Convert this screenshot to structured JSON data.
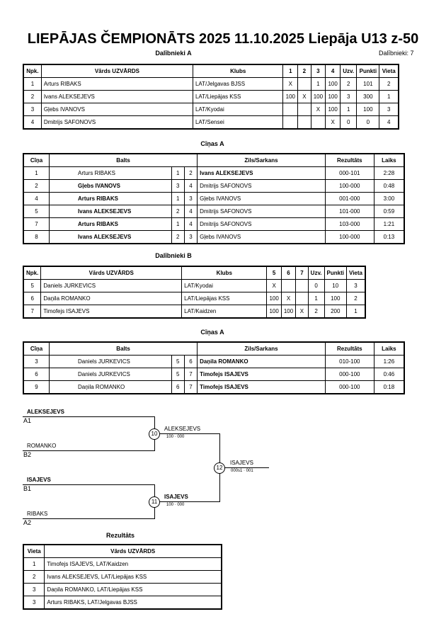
{
  "title": "LIEPĀJAS ČEMPIONĀTS 2025  11.10.2025  Liepāja   U13 z-50",
  "participants_a": {
    "heading": "Dalībnieki A",
    "count_label": "Dalībnieki: 7",
    "headers": [
      "Npk.",
      "Vārds UZVĀRDS",
      "Klubs",
      "1",
      "2",
      "3",
      "4",
      "Uzv.",
      "Punkti",
      "Vieta"
    ],
    "rows": [
      [
        "1",
        "Arturs RIBAKS",
        "LAT/Jelgavas BJSS",
        "X",
        "",
        "1",
        "100",
        "2",
        "101",
        "2"
      ],
      [
        "2",
        "Ivans ALEKSEJEVS",
        "LAT/Liepājas KSS",
        "100",
        "X",
        "100",
        "100",
        "3",
        "300",
        "1"
      ],
      [
        "3",
        "Gļebs IVANOVS",
        "LAT/Kyodai",
        "",
        "",
        "X",
        "100",
        "1",
        "100",
        "3"
      ],
      [
        "4",
        "Dmitrijs SAFONOVS",
        "LAT/Sensei",
        "",
        "",
        "",
        "X",
        "0",
        "0",
        "4"
      ]
    ]
  },
  "bouts_a": {
    "heading": "Cīņas A",
    "headers": [
      "Cīņa",
      "Balts",
      "Zils/Sarkans",
      "Rezultāts",
      "Laiks"
    ],
    "rows": [
      {
        "no": "1",
        "white": "Arturs RIBAKS",
        "wb": false,
        "p1": "1",
        "p2": "2",
        "blue": "Ivans ALEKSEJEVS",
        "bb": true,
        "result": "000-101",
        "time": "2:28"
      },
      {
        "no": "2",
        "white": "Gļebs IVANOVS",
        "wb": true,
        "p1": "3",
        "p2": "4",
        "blue": "Dmitrijs SAFONOVS",
        "bb": false,
        "result": "100-000",
        "time": "0:48"
      },
      {
        "no": "4",
        "white": "Arturs RIBAKS",
        "wb": true,
        "p1": "1",
        "p2": "3",
        "blue": "Gļebs IVANOVS",
        "bb": false,
        "result": "001-000",
        "time": "3:00"
      },
      {
        "no": "5",
        "white": "Ivans ALEKSEJEVS",
        "wb": true,
        "p1": "2",
        "p2": "4",
        "blue": "Dmitrijs SAFONOVS",
        "bb": false,
        "result": "101-000",
        "time": "0:59"
      },
      {
        "no": "7",
        "white": "Arturs RIBAKS",
        "wb": true,
        "p1": "1",
        "p2": "4",
        "blue": "Dmitrijs SAFONOVS",
        "bb": false,
        "result": "103-000",
        "time": "1:21"
      },
      {
        "no": "8",
        "white": "Ivans ALEKSEJEVS",
        "wb": true,
        "p1": "2",
        "p2": "3",
        "blue": "Gļebs IVANOVS",
        "bb": false,
        "result": "100-000",
        "time": "0:13"
      }
    ]
  },
  "participants_b": {
    "heading": "Dalībnieki B",
    "headers": [
      "Npk.",
      "Vārds UZVĀRDS",
      "Klubs",
      "5",
      "6",
      "7",
      "Uzv.",
      "Punkti",
      "Vieta"
    ],
    "rows": [
      [
        "5",
        "Daniels JURKEVICS",
        "LAT/Kyodai",
        "X",
        "",
        "",
        "0",
        "10",
        "3"
      ],
      [
        "6",
        "Daņila ROMANKO",
        "LAT/Liepājas KSS",
        "100",
        "X",
        "",
        "1",
        "100",
        "2"
      ],
      [
        "7",
        "Timofejs ISAJEVS",
        "LAT/Kaidzen",
        "100",
        "100",
        "X",
        "2",
        "200",
        "1"
      ]
    ]
  },
  "bouts_b": {
    "heading": "Cīņas A",
    "headers": [
      "Cīņa",
      "Balts",
      "Zils/Sarkans",
      "Rezultāts",
      "Laiks"
    ],
    "rows": [
      {
        "no": "3",
        "white": "Daniels JURKEVICS",
        "wb": false,
        "p1": "5",
        "p2": "6",
        "blue": "Daņila ROMANKO",
        "bb": true,
        "result": "010-100",
        "time": "1:26"
      },
      {
        "no": "6",
        "white": "Daniels JURKEVICS",
        "wb": false,
        "p1": "5",
        "p2": "7",
        "blue": "Timofejs ISAJEVS",
        "bb": true,
        "result": "000-100",
        "time": "0:46"
      },
      {
        "no": "9",
        "white": "Daņila ROMANKO",
        "wb": false,
        "p1": "6",
        "p2": "7",
        "blue": "Timofejs ISAJEVS",
        "bb": true,
        "result": "000-100",
        "time": "0:18"
      }
    ]
  },
  "bracket": {
    "a1_name": "ALEKSEJEVS",
    "a1_label": "A1",
    "b2_name": "ROMANKO",
    "b2_label": "B2",
    "b1_name": "ISAJEVS",
    "b1_label": "B1",
    "a2_name": "RIBAKS",
    "a2_label": "A2",
    "m10_no": "10",
    "m10_winner": "ALEKSEJEVS",
    "m10_score": "100 · 000",
    "m11_no": "11",
    "m11_winner": "ISAJEVS",
    "m11_score": "100 · 000",
    "m12_no": "12",
    "m12_winner": "ISAJEVS",
    "m12_score": "000s1 · 001"
  },
  "results": {
    "heading": "Rezultāts",
    "headers": [
      "Vieta",
      "Vārds UZVĀRDS"
    ],
    "rows": [
      [
        "1",
        "Timofejs ISAJEVS, LAT/Kaidzen"
      ],
      [
        "2",
        "Ivans ALEKSEJEVS, LAT/Liepājas KSS"
      ],
      [
        "3",
        "Daņila ROMANKO, LAT/Liepājas KSS"
      ],
      [
        "3",
        "Arturs RIBAKS, LAT/Jelgavas BJSS"
      ]
    ]
  }
}
